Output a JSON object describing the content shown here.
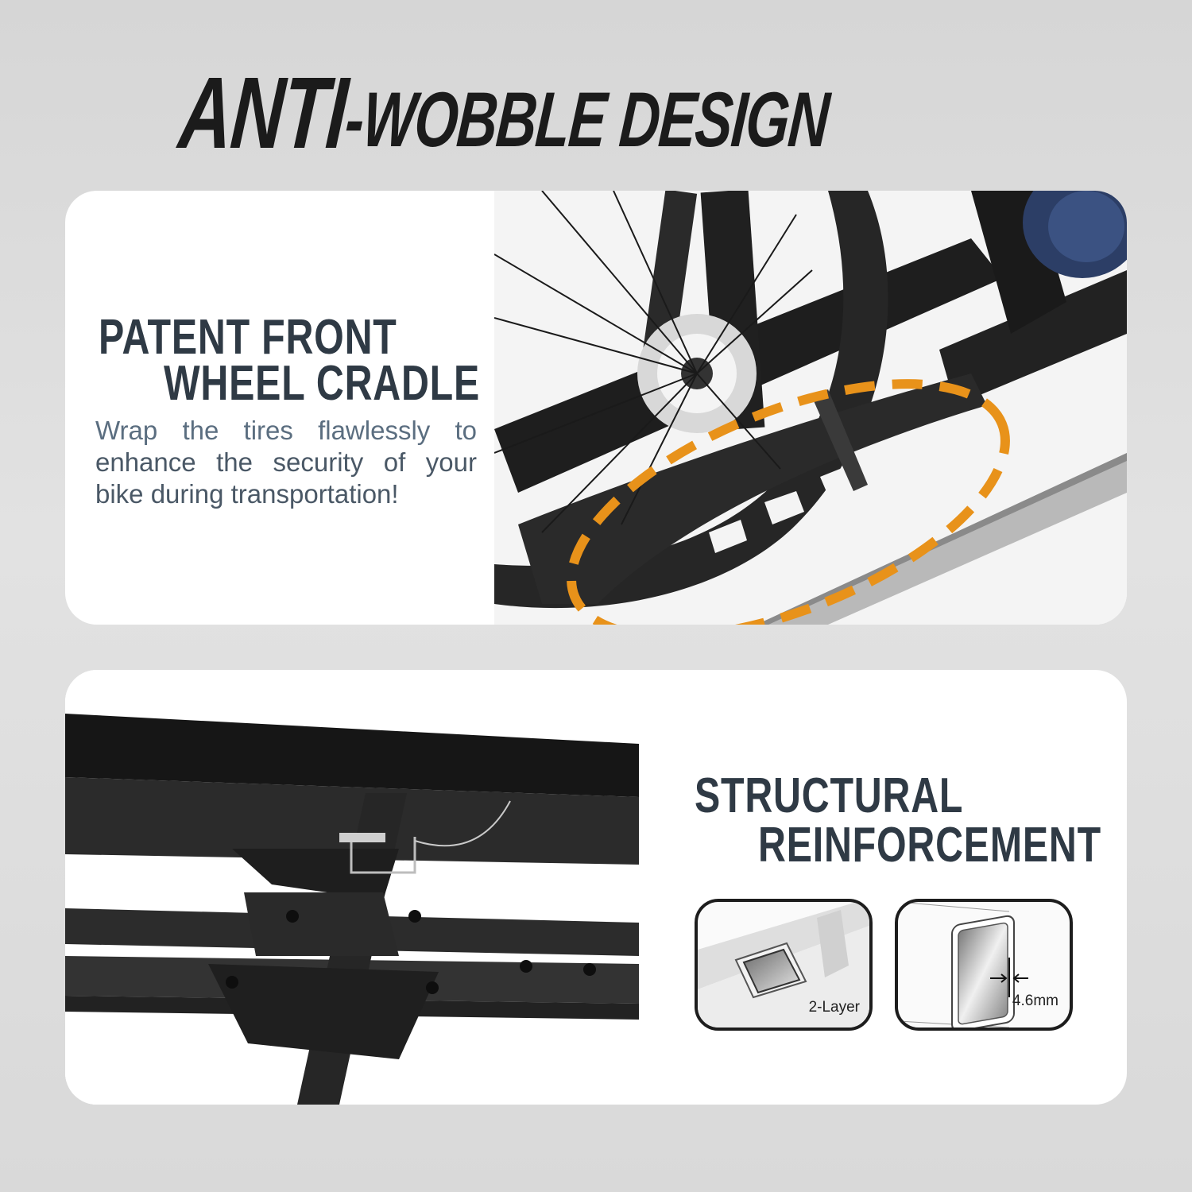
{
  "page": {
    "title_part1": "ANTI",
    "title_part2": "-WOBBLE DESIGN"
  },
  "feature_cradle": {
    "heading_line1": "PATENT FRONT",
    "heading_line2": "WHEEL CRADLE",
    "description_line1": "Wrap the tires flawlessly to",
    "description_line2": "enhance the security of your",
    "description_line3": "bike during transportation!",
    "image_alt": "Front bike wheel secured in black wheel cradle with ratchet strap",
    "highlight_color": "#e8921a"
  },
  "feature_reinforcement": {
    "heading_line1": "STRUCTURAL",
    "heading_line2": "REINFORCEMENT",
    "image_alt": "Underside of black hitch rack frame with pin and clip",
    "diagrams": [
      {
        "label": "2-Layer"
      },
      {
        "label": "4.6mm"
      }
    ]
  },
  "colors": {
    "heading": "#2f3a45",
    "description": "#4a5866",
    "title": "#1b1b1b",
    "background": "#d9d9d9"
  }
}
